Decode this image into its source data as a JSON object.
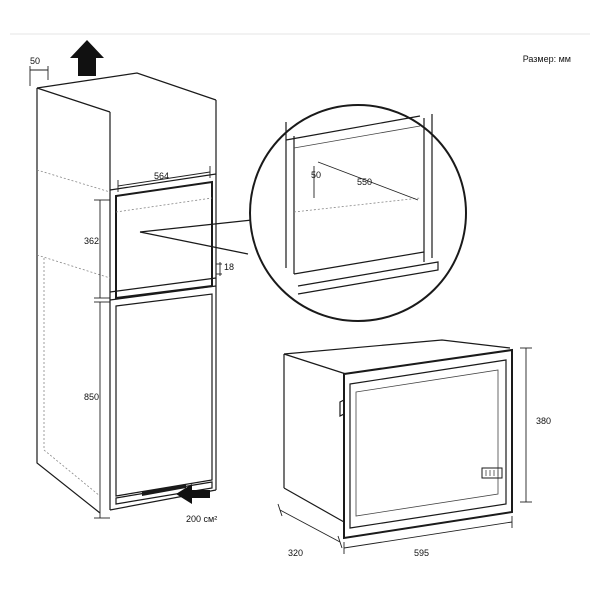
{
  "unit_note": "Размер: мм",
  "dimensions": {
    "top_offset": "50",
    "niche_width": "564",
    "niche_height": "362",
    "shelf_gap": "18",
    "base_height": "850",
    "vent_area": "200 см²",
    "inset_offset": "50",
    "inset_depth": "550",
    "oven_height": "380",
    "oven_depth": "320",
    "oven_width": "595"
  },
  "colors": {
    "line": "#1a1a1a",
    "dotted": "#888888",
    "arrow": "#111111"
  },
  "icons": [
    "up-arrow-icon",
    "airflow-arrow-icon"
  ]
}
